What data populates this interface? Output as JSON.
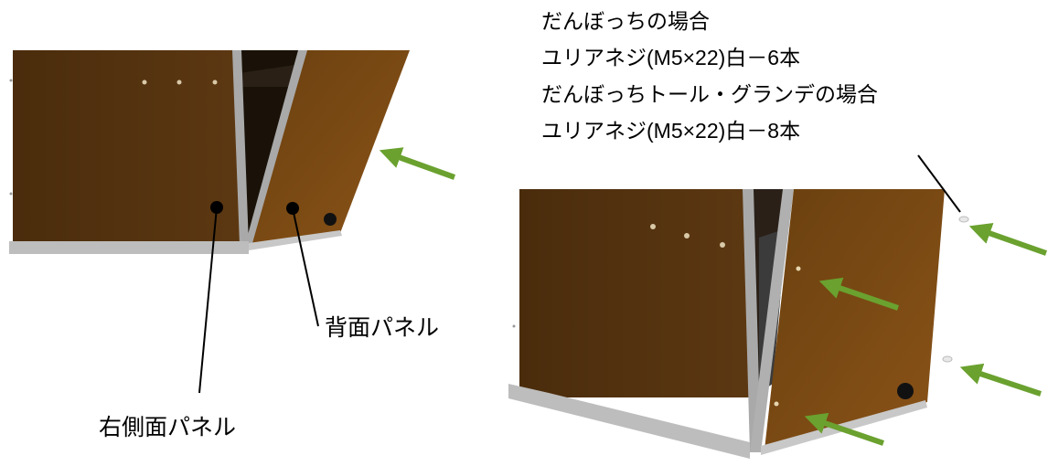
{
  "note": {
    "lines": [
      "だんぼっちの場合",
      "ユリアネジ(M5×22)白－6本",
      "だんぼっちトール・グランデの場合",
      "ユリアネジ(M5×22)白－8本"
    ]
  },
  "labels": {
    "back_panel": "背面パネル",
    "right_side_panel": "右側面パネル"
  },
  "colors": {
    "panel_wood": "#5a3610",
    "panel_wood_light": "#7a4a14",
    "frame_gray": "#b9b9b9",
    "arrow_green": "#6aa12f",
    "line_black": "#000000"
  }
}
